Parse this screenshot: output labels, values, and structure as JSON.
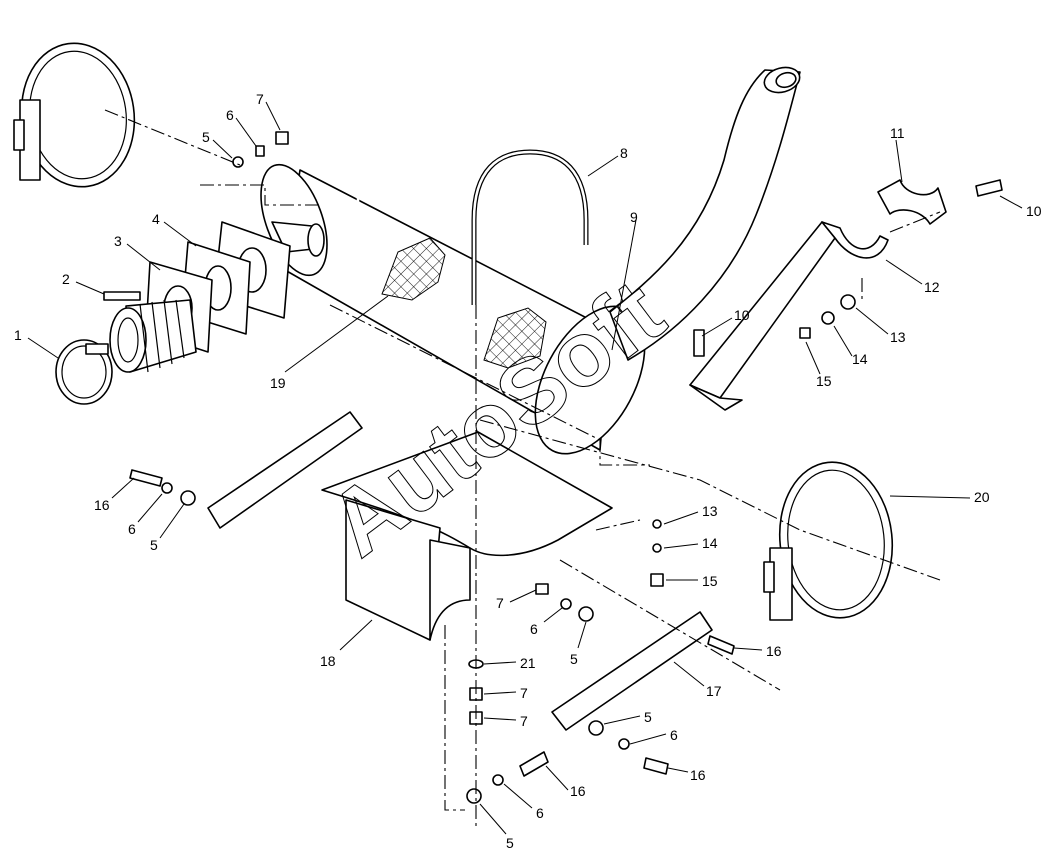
{
  "watermark": "AutoSoft",
  "callouts": {
    "c1": "1",
    "c2": "2",
    "c3": "3",
    "c4": "4",
    "c5a": "5",
    "c5b": "5",
    "c5c": "5",
    "c5d": "5",
    "c5e": "5",
    "c6a": "6",
    "c6b": "6",
    "c6c": "6",
    "c6d": "6",
    "c6e": "6",
    "c7a": "7",
    "c7b": "7",
    "c7c": "7",
    "c7d": "7",
    "c8": "8",
    "c9": "9",
    "c10a": "10",
    "c10b": "10",
    "c11": "11",
    "c12": "12",
    "c13a": "13",
    "c13b": "13",
    "c14a": "14",
    "c14b": "14",
    "c15a": "15",
    "c15b": "15",
    "c16a": "16",
    "c16b": "16",
    "c16c": "16",
    "c16d": "16",
    "c17": "17",
    "c18": "18",
    "c19": "19",
    "c20": "20",
    "c21": "21"
  }
}
